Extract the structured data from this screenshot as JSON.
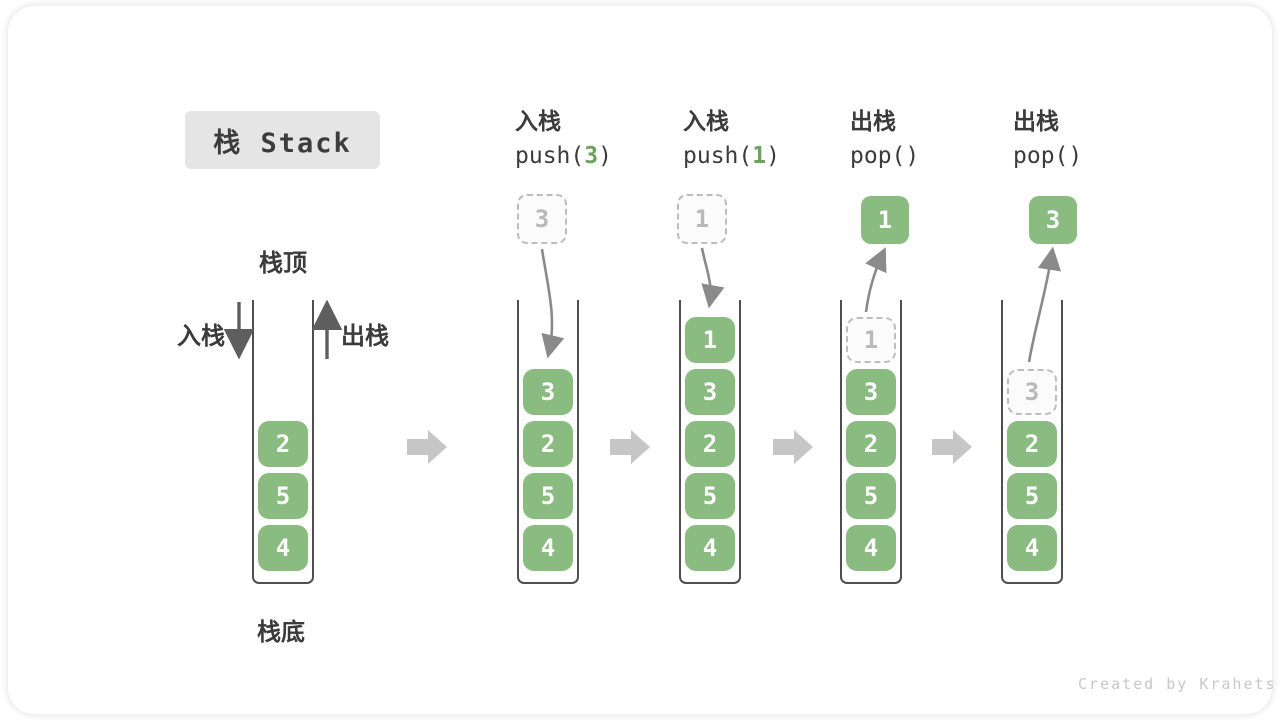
{
  "badge": {
    "label": "栈 Stack"
  },
  "labels": {
    "stack_top": "栈顶",
    "stack_bottom": "栈底",
    "push_side": "入栈",
    "pop_side": "出栈"
  },
  "columns": [
    {
      "cells": [
        "2",
        "5",
        "4"
      ]
    },
    {
      "header": {
        "cn": "入栈",
        "pre": "push(",
        "arg": "3",
        "post": ")"
      },
      "floating": "3",
      "cells": [
        "3",
        "2",
        "5",
        "4"
      ]
    },
    {
      "header": {
        "cn": "入栈",
        "pre": "push(",
        "arg": "1",
        "post": ")"
      },
      "floating": "1",
      "cells": [
        "1",
        "3",
        "2",
        "5",
        "4"
      ]
    },
    {
      "header": {
        "cn": "出栈",
        "pre": "pop(",
        "arg": "",
        "post": ")"
      },
      "floating": "1",
      "ghost": "1",
      "cells": [
        "3",
        "2",
        "5",
        "4"
      ]
    },
    {
      "header": {
        "cn": "出栈",
        "pre": "pop(",
        "arg": "",
        "post": ")"
      },
      "floating": "3",
      "ghost": "3",
      "cells": [
        "2",
        "5",
        "4"
      ]
    }
  ],
  "credit": "Created by Krahets",
  "colors": {
    "cell_green": "#8ABB80",
    "code_arg_green": "#6BA35C",
    "block_arrow_grey": "#C6C6C6",
    "curve_arrow_grey": "#8A8A8A",
    "side_arrow_dark": "#5E5E5E"
  }
}
